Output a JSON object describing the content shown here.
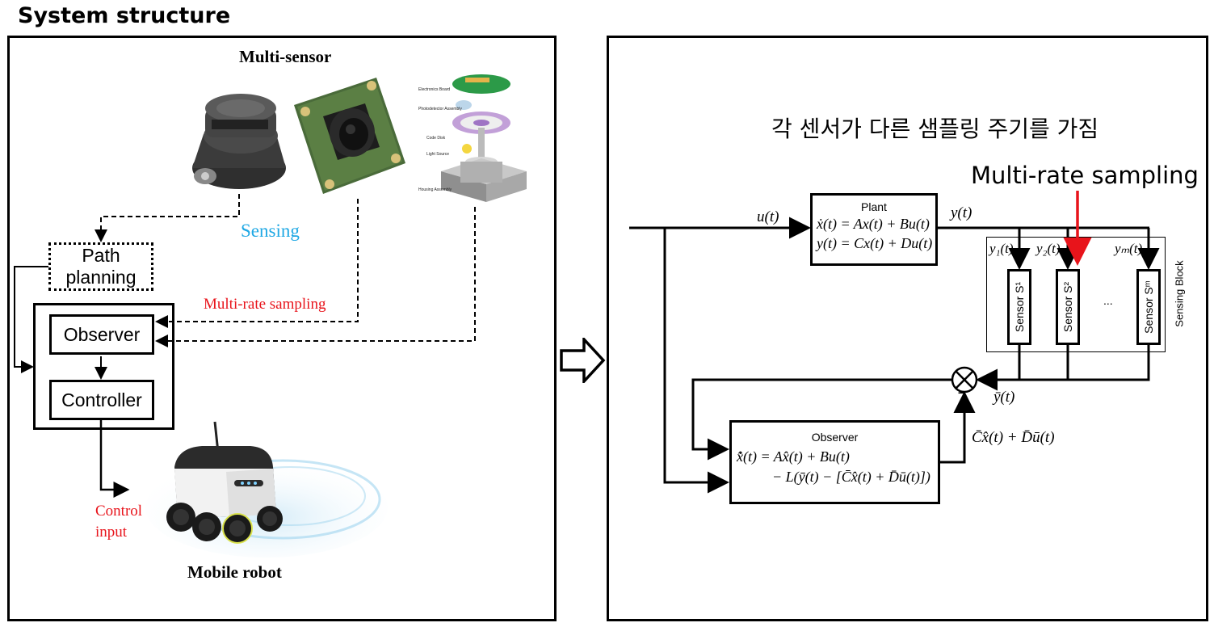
{
  "page_title": "System structure",
  "left_panel": {
    "multi_sensor_label": "Multi-sensor",
    "sensing_label": "Sensing",
    "multi_rate_label": "Multi-rate sampling",
    "path_planning_label": "Path\nplanning",
    "observer_label": "Observer",
    "controller_label": "Controller",
    "control_input_label": "Control\ninput",
    "mobile_robot_label": "Mobile robot",
    "encoder_parts": [
      "Electronics Board",
      "Photodetector Assembly",
      "Code Disk",
      "Light Source",
      "Housing Assembly"
    ]
  },
  "right_panel": {
    "korean_caption": "각 센서가 다른 샘플링 주기를 가짐",
    "multi_rate_label": "Multi-rate sampling",
    "u_label": "u(t)",
    "y_label": "y(t)",
    "plant": {
      "title": "Plant",
      "eq1": "ẋ(t) = Ax(t) + Bu(t)",
      "eq2": "y(t) = Cx(t) + Du(t)"
    },
    "sensor_outputs": [
      "y₁(t)",
      "y₂(t)",
      "yₘ(t)"
    ],
    "sensors": [
      "Sensor S¹",
      "Sensor S²",
      "Sensor Sᵐ"
    ],
    "ellipsis": "...",
    "sensing_block_label": "Sensing Block",
    "ybar_label": "ȳ(t)",
    "feedback_label": "C̄x̂(t) + D̄ū(t)",
    "summer_minus": "−",
    "summer_plus": "+",
    "observer": {
      "title": "Observer",
      "eq1": "x̂̇(t) = Ax̂(t) + Bu(t)",
      "eq2": "− L(ȳ(t) − [C̄x̂(t) + D̄ū(t)])"
    }
  },
  "colors": {
    "red": "#e8141b",
    "blue": "#1fa8e4",
    "black": "#000000"
  }
}
